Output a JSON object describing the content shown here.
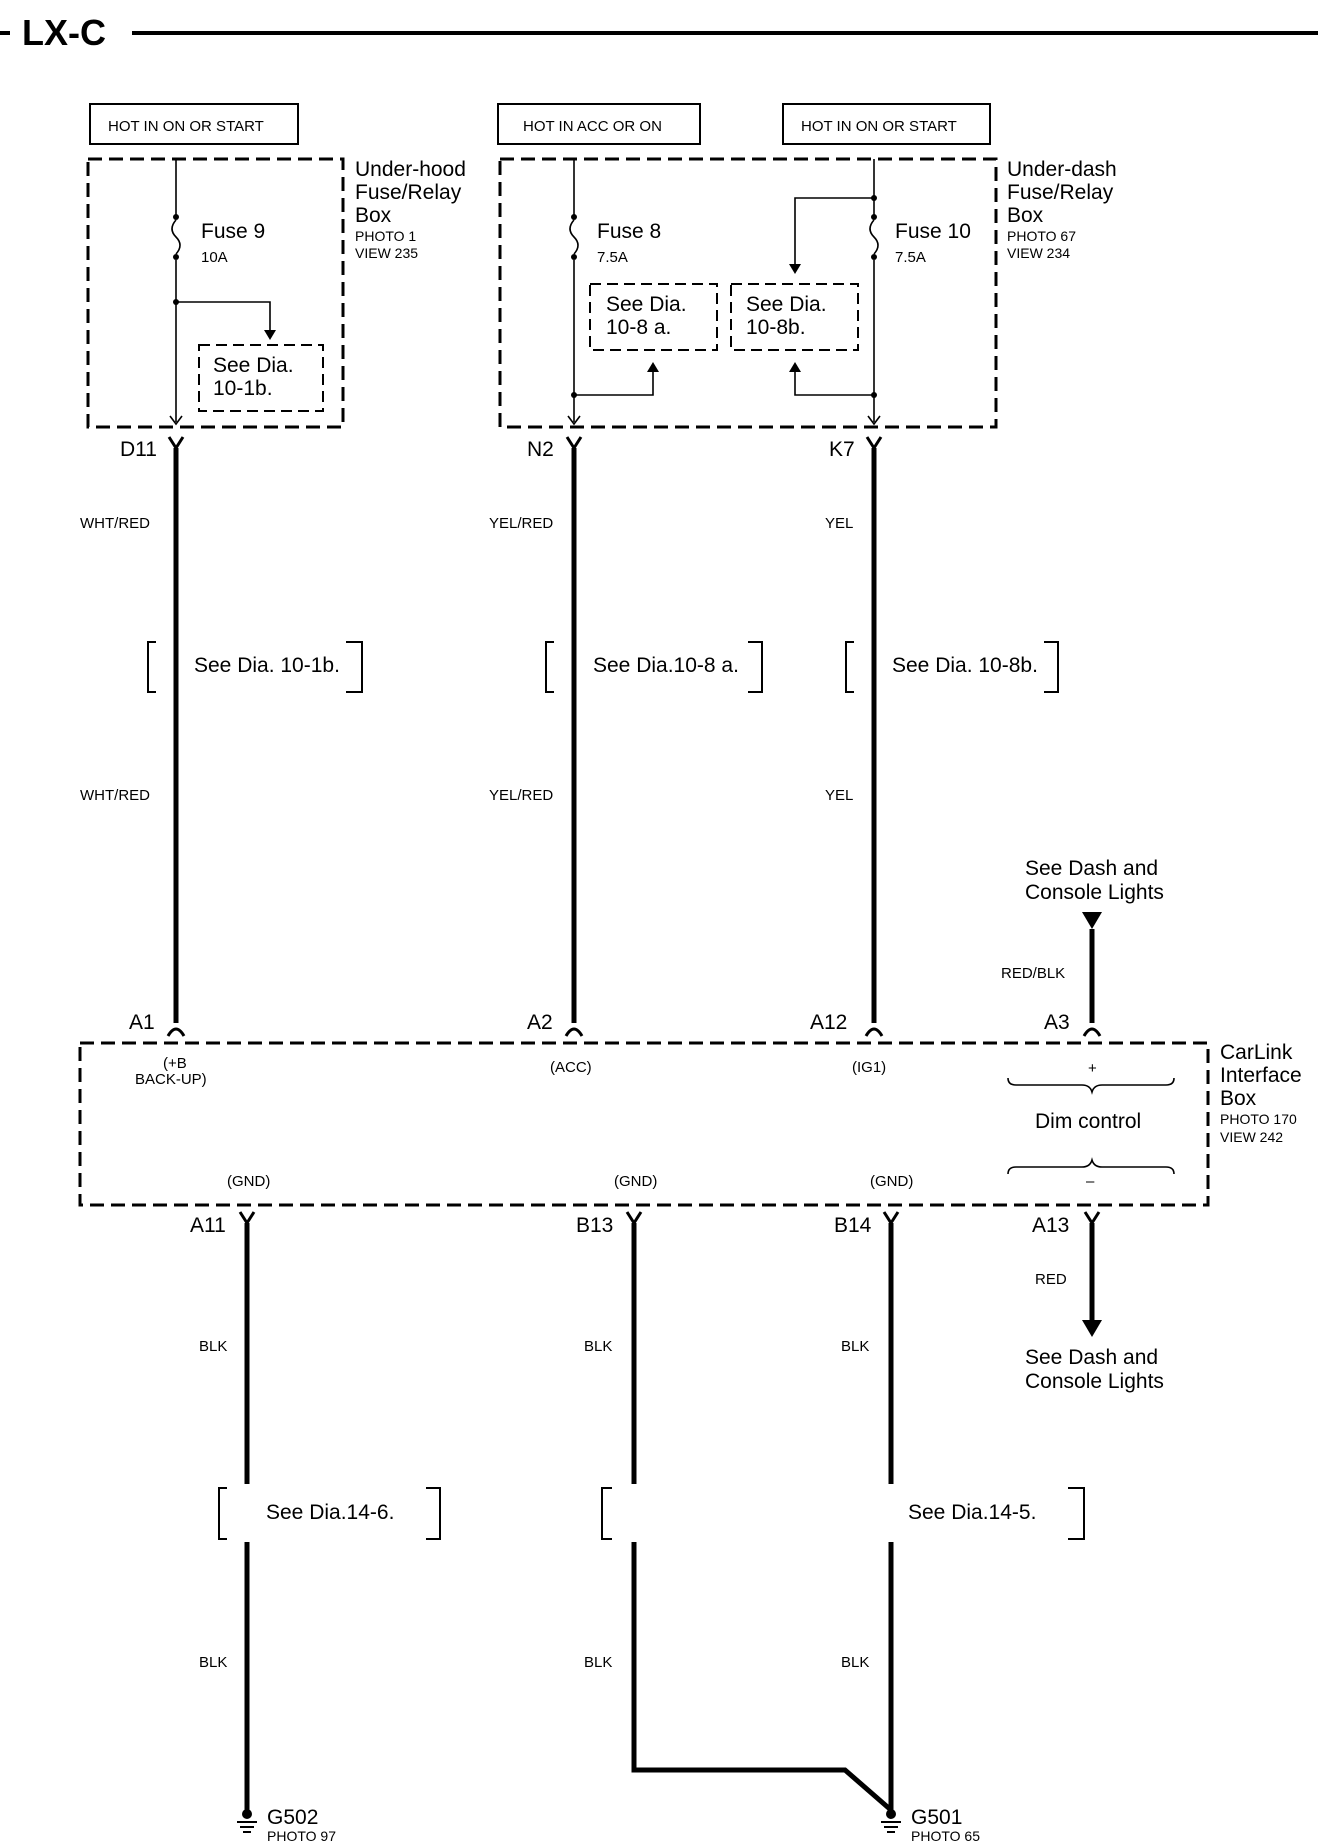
{
  "title": "LX-C",
  "power_labels": [
    "HOT IN ON OR START",
    "HOT IN ACC OR ON",
    "HOT IN ON OR START"
  ],
  "underhood": {
    "name": [
      "Under-hood",
      "Fuse/Relay",
      "Box"
    ],
    "photo": "PHOTO 1",
    "view": "VIEW 235",
    "fuse_name": "Fuse 9",
    "fuse_rating": "10A",
    "see": [
      "See Dia.",
      "10-1b."
    ]
  },
  "underdash": {
    "name": [
      "Under-dash",
      "Fuse/Relay",
      "Box"
    ],
    "photo": "PHOTO 67",
    "view": "VIEW 234",
    "fuse8_name": "Fuse 8",
    "fuse8_rating": "7.5A",
    "fuse10_name": "Fuse 10",
    "fuse10_rating": "7.5A",
    "see_a": [
      "See Dia.",
      "10-8 a."
    ],
    "see_b": [
      "See Dia.",
      "10-8b."
    ]
  },
  "top_terminals": [
    "D11",
    "N2",
    "K7"
  ],
  "upper_wires": [
    "WHT/RED",
    "YEL/RED",
    "YEL"
  ],
  "see_mid": [
    "See Dia. 10-1b.",
    "See Dia.10-8 a.",
    "See Dia. 10-8b."
  ],
  "dash_lights": [
    "See Dash and",
    "Console Lights"
  ],
  "dash_wire_in": "RED/BLK",
  "dash_wire_out": "RED",
  "carlink": {
    "name": [
      "CarLink",
      "Interface",
      "Box"
    ],
    "photo": "PHOTO 170",
    "view": "VIEW 242",
    "in_terminals": [
      "A1",
      "A2",
      "A12",
      "A3"
    ],
    "in_labels": [
      "(+B",
      "BACK-UP)",
      "(ACC)",
      "(IG1)"
    ],
    "plus": "+",
    "minus": "–",
    "dim": "Dim control",
    "gnd": [
      "(GND)",
      "(GND)",
      "(GND)"
    ],
    "out_terminals": [
      "A11",
      "B13",
      "B14",
      "A13"
    ]
  },
  "lower_wire": "BLK",
  "see_ground": [
    "See Dia.14-6.",
    "See Dia.14-5."
  ],
  "grounds": [
    {
      "name": "G502",
      "photo": "PHOTO 97"
    },
    {
      "name": "G501",
      "photo": "PHOTO 65"
    }
  ]
}
